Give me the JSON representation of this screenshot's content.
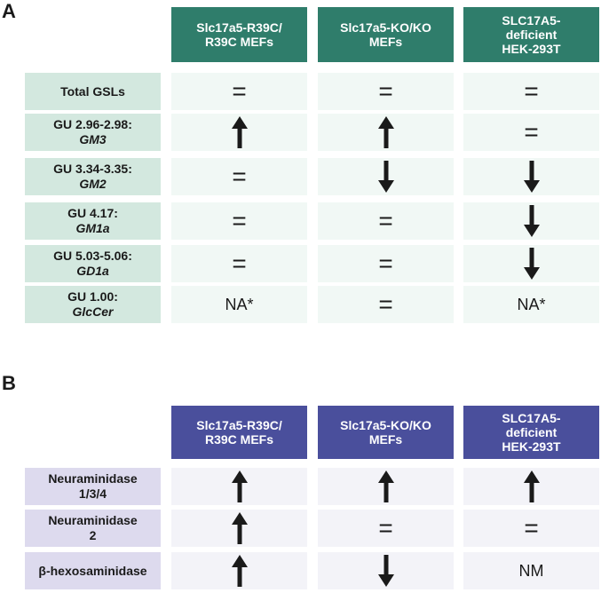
{
  "panel_a": {
    "letter": "A",
    "columns": [
      "Slc17a5-R39C/\nR39C MEFs",
      "Slc17a5-KO/KO\nMEFs",
      "SLC17A5-\ndeficient\nHEK-293T"
    ],
    "rows": [
      {
        "label": "Total GSLs",
        "sub": "",
        "values": [
          "equal",
          "equal",
          "equal"
        ]
      },
      {
        "label": "GU 2.96-2.98:",
        "sub": "GM3",
        "values": [
          "up",
          "up",
          "equal"
        ]
      },
      {
        "label": "GU 3.34-3.35:",
        "sub": "GM2",
        "values": [
          "equal",
          "down",
          "down"
        ]
      },
      {
        "label": "GU 4.17:",
        "sub": "GM1a",
        "values": [
          "equal",
          "equal",
          "down"
        ]
      },
      {
        "label": "GU 5.03-5.06:",
        "sub": "GD1a",
        "values": [
          "equal",
          "equal",
          "down"
        ]
      },
      {
        "label": "GU 1.00:",
        "sub": "GlcCer",
        "values": [
          "NA*",
          "equal",
          "NA*"
        ]
      }
    ]
  },
  "panel_b": {
    "letter": "B",
    "columns": [
      "Slc17a5-R39C/\nR39C MEFs",
      "Slc17a5-KO/KO\nMEFs",
      "SLC17A5-\ndeficient\nHEK-293T"
    ],
    "rows": [
      {
        "label": "Neuraminidase\n1/3/4",
        "sub": "",
        "values": [
          "up",
          "up",
          "up"
        ]
      },
      {
        "label": "Neuraminidase\n2",
        "sub": "",
        "values": [
          "up",
          "equal",
          "equal"
        ]
      },
      {
        "label": "β-hexosaminidase",
        "sub": "",
        "values": [
          "up",
          "down",
          "NM"
        ]
      }
    ]
  },
  "symbols": {
    "equal": "=",
    "up": "arrow-up-icon",
    "down": "arrow-down-icon"
  },
  "colors": {
    "header_a": "#2f7d6b",
    "label_a": "#d3e8df",
    "cell_a": "#f1f8f5",
    "header_b": "#4a4f9c",
    "label_b": "#dddaee",
    "cell_b": "#f3f3f8"
  }
}
